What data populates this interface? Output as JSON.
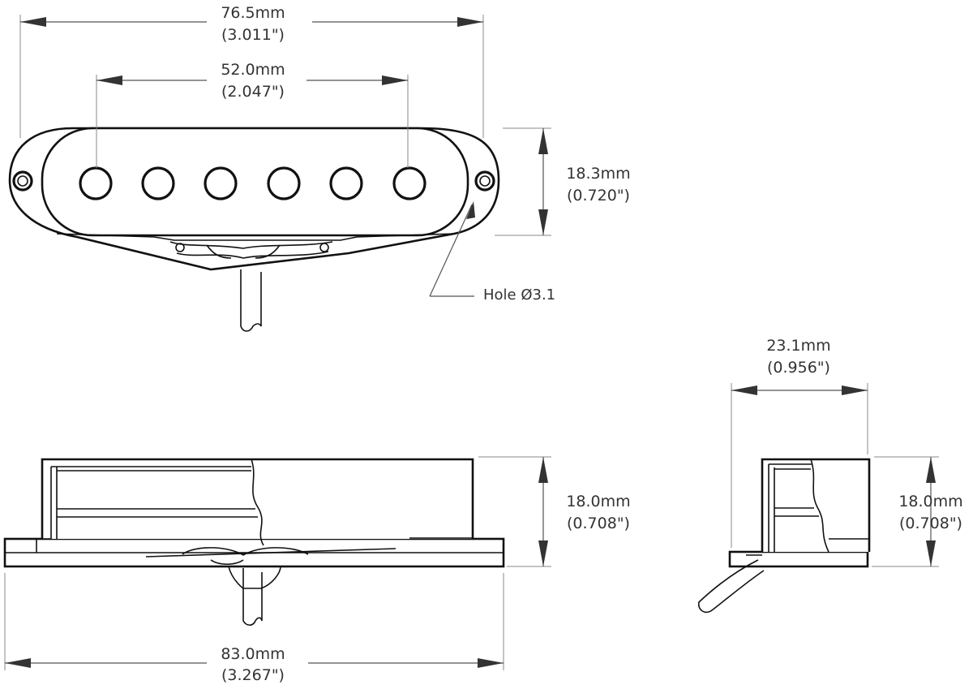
{
  "dimensions": {
    "top_overall": {
      "mm": "76.5mm",
      "inch": "(3.011\")"
    },
    "top_holes": {
      "mm": "52.0mm",
      "inch": "(2.047\")"
    },
    "top_height": {
      "mm": "18.3mm",
      "inch": "(0.720\")"
    },
    "side_height": {
      "mm": "18.0mm",
      "inch": "(0.708\")"
    },
    "side_length": {
      "mm": "83.0mm",
      "inch": "(3.267\")"
    },
    "end_width": {
      "mm": "23.1mm",
      "inch": "(0.956\")"
    },
    "end_height": {
      "mm": "18.0mm",
      "inch": "(0.708\")"
    }
  },
  "notes": {
    "hole": "Hole Ø3.1"
  },
  "pole_pieces": 6
}
